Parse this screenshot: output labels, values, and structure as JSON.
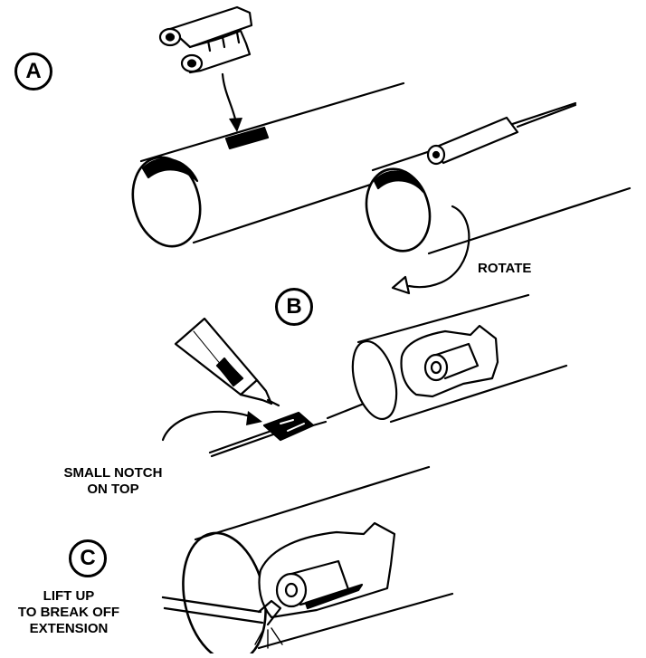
{
  "steps": {
    "a": "A",
    "b": "B",
    "c": "C"
  },
  "labels": {
    "rotate": "ROTATE",
    "notch_line1": "SMALL NOTCH",
    "notch_line2": "ON TOP",
    "lift_line1": "LIFT UP",
    "lift_line2": "TO BREAK OFF",
    "lift_line3": "EXTENSION"
  }
}
